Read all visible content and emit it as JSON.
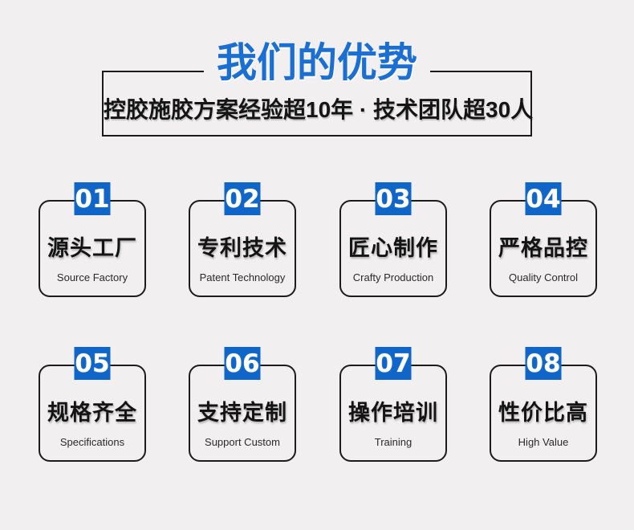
{
  "colors": {
    "page_background": "#f1eff0",
    "accent_blue_badge": "#0f66c8",
    "accent_blue_title": "#1b6fd3",
    "outline_dark": "#1c1c1c"
  },
  "header": {
    "title": "我们的优势",
    "subtitle": "控胶施胶方案经验超10年 · 技术团队超30人"
  },
  "cards": [
    {
      "number": "01",
      "title": "源头工厂",
      "subtitle": "Source Factory"
    },
    {
      "number": "02",
      "title": "专利技术",
      "subtitle": "Patent Technology"
    },
    {
      "number": "03",
      "title": "匠心制作",
      "subtitle": "Crafty Production"
    },
    {
      "number": "04",
      "title": "严格品控",
      "subtitle": "Quality Control"
    },
    {
      "number": "05",
      "title": "规格齐全",
      "subtitle": "Specifications"
    },
    {
      "number": "06",
      "title": "支持定制",
      "subtitle": "Support Custom"
    },
    {
      "number": "07",
      "title": "操作培训",
      "subtitle": "Training"
    },
    {
      "number": "08",
      "title": "性价比高",
      "subtitle": "High Value"
    }
  ]
}
